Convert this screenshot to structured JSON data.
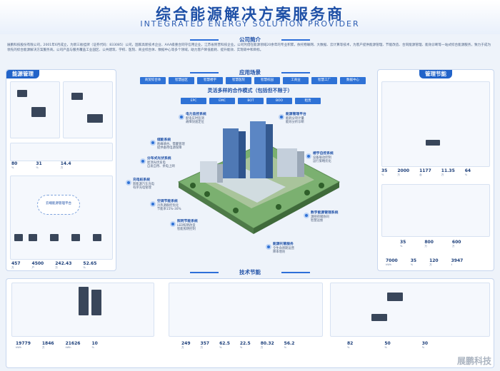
{
  "header": {
    "title": "综合能源解决方案服务商",
    "subtitle": "INTEGRATED ENERGY SOLUTION PROVIDER"
  },
  "sections": {
    "intro": "公司简介",
    "apps": "应用场景",
    "mode": "灵活多样的合作模式（包括但不限于）",
    "energy_mgmt": "能源管理",
    "mgmt_saving": "管理节能",
    "tech_saving": "技术节能"
  },
  "intro_text": "展鹏科技股份有限公司，2001年6月成立，为新三板挂牌（证券代码：833085）公司，国家高新技术企业、AAA级重合同守信用企业，江苏省民营科技企业。公司凭借在能源领域20余年的专业积累，依托物联网、大数据、云计算等技术，为客户提供能源管理、节能改造、合同能源管理、能效诊断等一站式综合能源服务，致力于成为领先的综合能源解决方案服务商。公司产品与服务覆盖工业园区、公共建筑、学校、医院、商业综合体、数据中心等多个领域，助力客户降低能耗、提升能效、实现碳中和目标。",
  "apps": [
    "商贸综合体",
    "智慧园区",
    "智慧楼宇",
    "智慧医院",
    "智慧校园",
    "工商业",
    "智慧工厂",
    "数据中心"
  ],
  "modes": [
    "EPC",
    "EMC",
    "BOT",
    "BOO",
    "租赁"
  ],
  "callouts": [
    {
      "title": "储能系统",
      "lines": [
        "削峰填谷、需量管理",
        "提供备用电源保障"
      ]
    },
    {
      "title": "分布式光伏系统",
      "lines": [
        "屋顶光伏发电",
        "自发自用、余电上网"
      ]
    },
    {
      "title": "充电桩系统",
      "lines": [
        "新能源汽车充电",
        "有序充电管理"
      ]
    },
    {
      "title": "空调节能系统",
      "lines": [
        "冷热源群控优化",
        "节能率15%-30%"
      ]
    },
    {
      "title": "照明节能系统",
      "lines": [
        "LED照明改造",
        "智能照明控制"
      ]
    },
    {
      "title": "电力监控系统",
      "lines": [
        "配电实时监测",
        "故障快速定位"
      ]
    },
    {
      "title": "能源管理平台",
      "lines": [
        "能耗分项计量",
        "能效分析诊断"
      ]
    },
    {
      "title": "楼宇自控系统",
      "lines": [
        "设备联动控制",
        "运行策略优化"
      ]
    },
    {
      "title": "数字能源管理系统",
      "lines": [
        "源网荷储协同",
        "智慧运维"
      ]
    },
    {
      "title": "能源托管服务",
      "lines": [
        "全生命周期运营",
        "降本增效"
      ]
    }
  ],
  "energy_stats": [
    {
      "value": "80",
      "unit": "%"
    },
    {
      "value": "31",
      "unit": "%"
    },
    {
      "value": "14.4",
      "unit": "万"
    }
  ],
  "energy_stats2": [
    {
      "value": "457",
      "unit": "万"
    },
    {
      "value": "4500",
      "unit": "户"
    },
    {
      "value": "242.43",
      "unit": "万"
    },
    {
      "value": "52.65",
      "unit": "%"
    }
  ],
  "cloud_label": "云端能源管理平台",
  "mgmt_stats": [
    {
      "value": "35",
      "unit": "%"
    },
    {
      "value": "2000",
      "unit": "万"
    },
    {
      "value": "1177",
      "unit": "台"
    },
    {
      "value": "11.35",
      "unit": "万"
    },
    {
      "value": "64",
      "unit": "%"
    }
  ],
  "mgmt_stats2": [
    {
      "value": "35",
      "unit": "%"
    },
    {
      "value": "800",
      "unit": "万"
    },
    {
      "value": "600",
      "unit": "万"
    }
  ],
  "mgmt_stats3": [
    {
      "value": "7000",
      "unit": "kWh"
    },
    {
      "value": "35",
      "unit": "%"
    },
    {
      "value": "120",
      "unit": "万"
    },
    {
      "value": "3947",
      "unit": "t"
    }
  ],
  "tech_stats": [
    {
      "value": "19779",
      "unit": "kWh"
    },
    {
      "value": "1846",
      "unit": "万"
    },
    {
      "value": "21626",
      "unit": "kWh"
    },
    {
      "value": "10",
      "unit": "%"
    }
  ],
  "tech_stats2": [
    {
      "value": "249",
      "unit": "万"
    },
    {
      "value": "357",
      "unit": "万"
    },
    {
      "value": "62.5",
      "unit": "%"
    },
    {
      "value": "22.5",
      "unit": "%"
    },
    {
      "value": "80.32",
      "unit": "万"
    },
    {
      "value": "56.2",
      "unit": "%"
    }
  ],
  "tech_stats3": [
    {
      "value": "82",
      "unit": "%"
    },
    {
      "value": "50",
      "unit": "%"
    },
    {
      "value": "30",
      "unit": "%"
    }
  ],
  "watermark": "展鹏科技",
  "colors": {
    "primary": "#2163c9",
    "accent": "#2f72d6",
    "bg": "#eef3fa"
  }
}
